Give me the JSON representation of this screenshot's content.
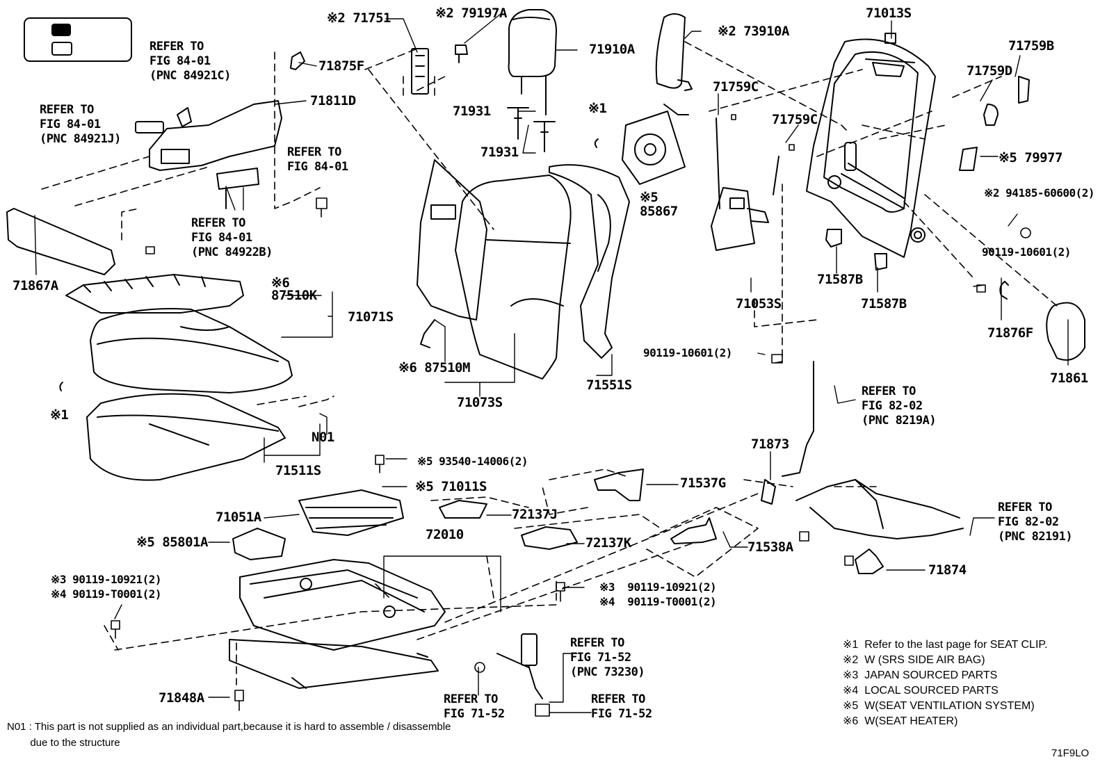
{
  "parts": {
    "p71751": "※2 71751",
    "p79197A": "※2 79197A",
    "p71910A": "71910A",
    "p73910A": "※2 73910A",
    "p71013S": "71013S",
    "p71759B": "71759B",
    "p71759D": "71759D",
    "p71875F": "71875F",
    "p71811D": "71811D",
    "p71931a": "71931",
    "p71931b": "71931",
    "p71759Ca": "71759C",
    "p71759Cb": "71759C",
    "p79977": "※5 79977",
    "p94185": "※2 94185-60600(2)",
    "p85867": "※5\n85867",
    "p71867A": "71867A",
    "p87510K": "※6\n87510K",
    "p71071S": "71071S",
    "p71587Ba": "71587B",
    "p71587Bb": "71587B",
    "p71053S": "71053S",
    "p90119_10601a": "90119-10601(2)",
    "p90119_10601b": "90119-10601(2)",
    "p71876F": "71876F",
    "p87510M": "※6 87510M",
    "p71861": "71861",
    "p71073S": "71073S",
    "p71551S": "71551S",
    "p_s1_left": "※1",
    "p_s1_top": "※1",
    "pN01": "N01",
    "p71511S": "71511S",
    "p71873": "71873",
    "p93540": "※5 93540-14006(2)",
    "p71011S": "※5 71011S",
    "p71537G": "71537G",
    "p71051A": "71051A",
    "p72137J": "72137J",
    "p72010": "72010",
    "p85801A": "※5 85801A",
    "p72137K": "72137K",
    "p71538A": "71538A",
    "p71874": "71874",
    "p90119_10921a": "※3 90119-10921(2)\n※4 90119-T0001(2)",
    "p90119_10921b": "※3  90119-10921(2)\n※4  90119-T0001(2)",
    "p71848A": "71848A"
  },
  "refs": {
    "r1": "REFER TO\nFIG 84-01\n(PNC 84921C)",
    "r2": "REFER TO\nFIG 84-01\n(PNC 84921J)",
    "r3": "REFER TO\nFIG 84-01",
    "r4": "REFER TO\nFIG 84-01\n(PNC 84922B)",
    "r5": "REFER TO\nFIG 82-02\n(PNC 8219A)",
    "r6": "REFER TO\nFIG 82-02\n(PNC 82191)",
    "r7": "REFER TO\nFIG 71-52\n(PNC 73230)",
    "r8": "REFER TO\nFIG 71-52",
    "r9": "REFER TO\nFIG 71-52"
  },
  "notes": [
    "※1  Refer to the last page for SEAT CLIP.",
    "※2  W (SRS SIDE AIR BAG)",
    "※3  JAPAN SOURCED PARTS",
    "※4  LOCAL SOURCED PARTS",
    "※5  W(SEAT VENTILATION SYSTEM)",
    "※6  W(SEAT HEATER)"
  ],
  "footnote": "N01 : This part is not supplied as an individual part,because it is hard to assemble / disassemble\n        due to the structure",
  "figure_id": "71F9LO"
}
